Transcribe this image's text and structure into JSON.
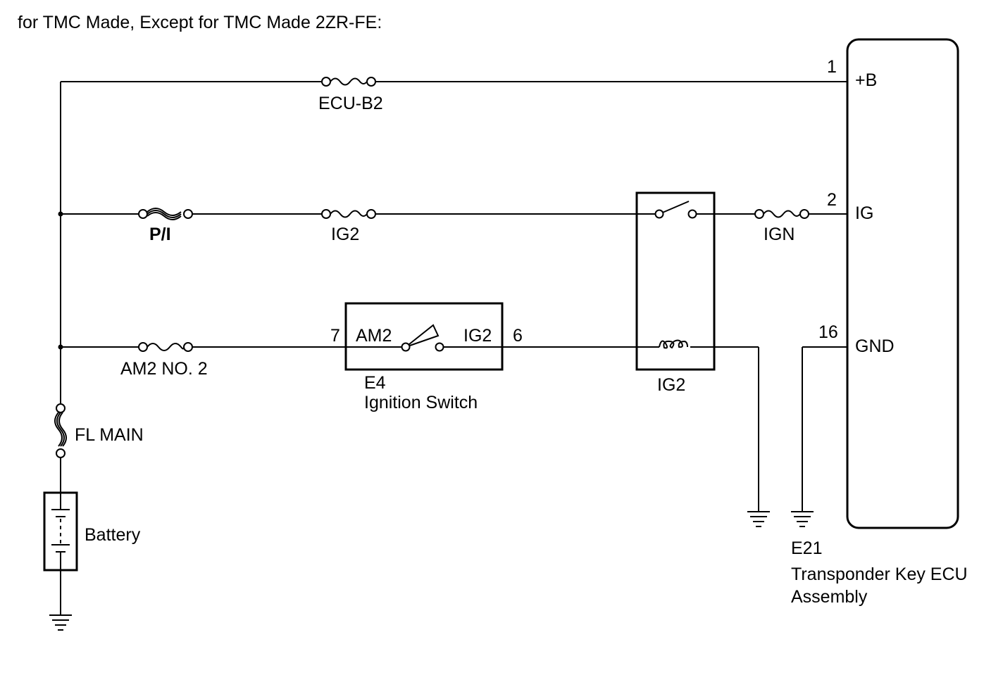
{
  "title": "for TMC Made, Except for TMC Made 2ZR-FE:",
  "fuses": {
    "ecu_b2": "ECU-B2",
    "p_i": "P/I",
    "ig2": "IG2",
    "ign": "IGN",
    "am2_no2": "AM2 NO. 2",
    "fl_main": "FL MAIN"
  },
  "battery": "Battery",
  "ignition_switch": {
    "code": "E4",
    "name": "Ignition Switch",
    "pin_in": "7",
    "pin_in_label": "AM2",
    "pin_out": "6",
    "pin_out_label": "IG2"
  },
  "relay": {
    "label": "IG2"
  },
  "ecu": {
    "code": "E21",
    "name_line1": "Transponder Key ECU",
    "name_line2": "Assembly",
    "pins": [
      {
        "number": "1",
        "label": "+B"
      },
      {
        "number": "2",
        "label": "IG"
      },
      {
        "number": "16",
        "label": "GND"
      }
    ]
  }
}
